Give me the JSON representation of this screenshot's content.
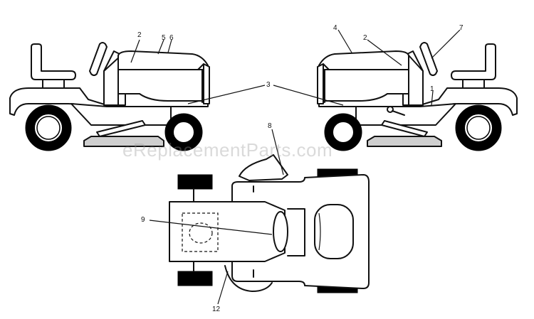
{
  "watermark": "eReplacementParts.com",
  "callouts": {
    "c1": "1",
    "c2a": "2",
    "c2b": "2",
    "c3": "3",
    "c4": "4",
    "c5": "5",
    "c6": "6",
    "c7": "7",
    "c8": "8",
    "c9": "9",
    "c12": "12"
  }
}
